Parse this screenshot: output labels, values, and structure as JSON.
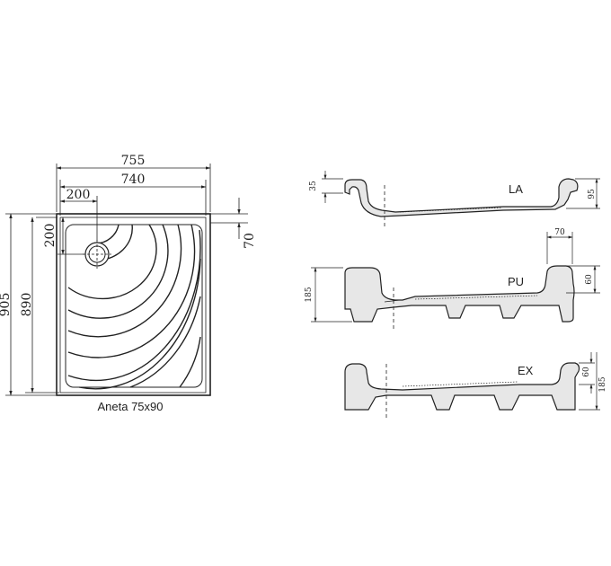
{
  "plan_view": {
    "model_label": "Aneta 75x90",
    "dimensions": {
      "overall_width": "755",
      "inner_width": "740",
      "drain_offset_x": "200",
      "drain_offset_y": "200",
      "rim_offset": "70",
      "overall_length": "905",
      "inner_length": "890"
    }
  },
  "sections": [
    {
      "label": "LA",
      "dims": {
        "left_rim_height": "35",
        "right_height": "95"
      }
    },
    {
      "label": "PU",
      "dims": {
        "left_height": "185",
        "top_width": "70",
        "right_height": "60"
      }
    },
    {
      "label": "EX",
      "dims": {
        "right_inner": "60",
        "right_total": "185"
      }
    }
  ],
  "colors": {
    "line": "#222222",
    "body_fill": "#e7e7e7",
    "background": "#ffffff"
  }
}
